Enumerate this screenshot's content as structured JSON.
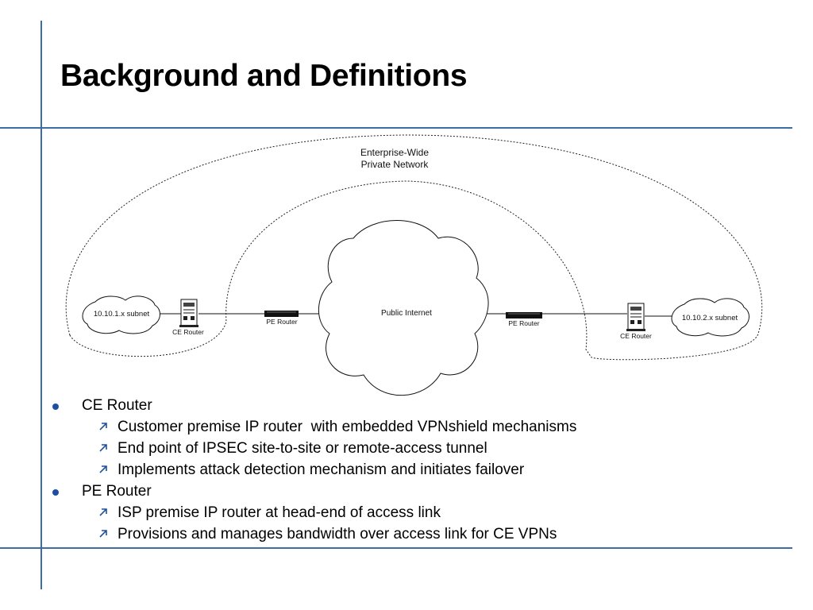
{
  "slide": {
    "title": "Background and Definitions"
  },
  "diagram": {
    "enterprise_label_line1": "Enterprise-Wide",
    "enterprise_label_line2": "Private Network",
    "public_internet_label": "Public Internet",
    "left_subnet_label": "10.10.1.x subnet",
    "right_subnet_label": "10.10.2.x subnet",
    "left_ce_label": "CE Router",
    "right_ce_label": "CE Router",
    "left_pe_label": "PE Router",
    "right_pe_label": "PE Router"
  },
  "bullets": [
    {
      "label": "CE Router",
      "children": [
        "Customer premise IP router  with embedded VPNshield mechanisms",
        "End point of IPSEC site-to-site or remote-access tunnel",
        "Implements attack detection mechanism and initiates failover"
      ]
    },
    {
      "label": "PE Router",
      "children": [
        "ISP premise IP router at head-end of access link",
        "Provisions and manages bandwidth over access link for CE VPNs"
      ]
    }
  ],
  "colors": {
    "accent_lines": "#3a6ea5",
    "bullet_dot": "#1f4fa0"
  },
  "icons": {
    "level1_bullet": "filled-circle",
    "level2_bullet": "arrow-up-right"
  }
}
